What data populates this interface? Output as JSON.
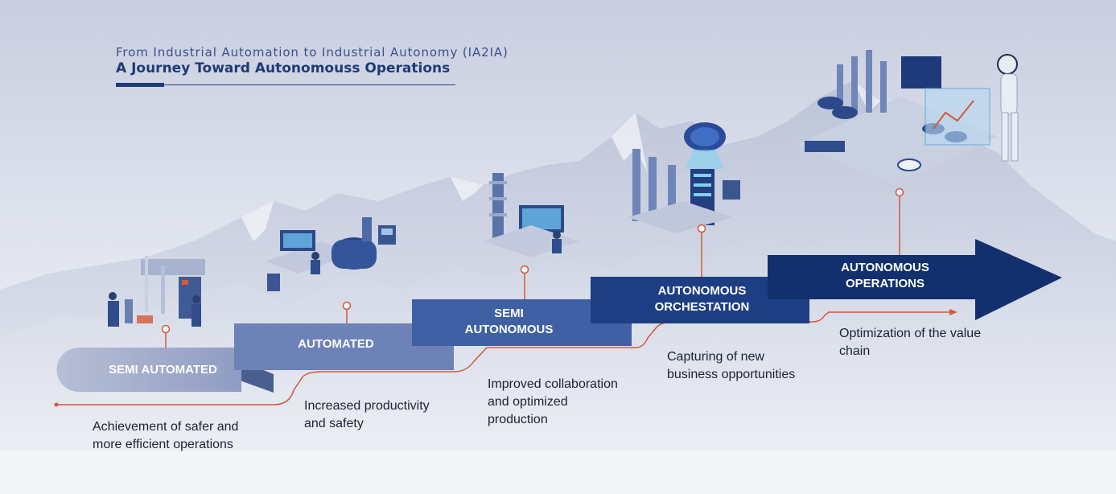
{
  "header": {
    "subtitle": "From Industrial Automation to Industrial Autonomy (IA2IA)",
    "title": "A Journey Toward Autonomouss Operations"
  },
  "stages": [
    {
      "label_lines": [
        "SEMI AUTOMATED"
      ],
      "benefit_lines": [
        "Achievement of safer and",
        "more efficient operations"
      ]
    },
    {
      "label_lines": [
        "AUTOMATED"
      ],
      "benefit_lines": [
        "Increased productivity",
        "and safety"
      ]
    },
    {
      "label_lines": [
        "SEMI",
        "AUTONOMOUS"
      ],
      "benefit_lines": [
        "Improved collaboration",
        "and optimized",
        "production"
      ]
    },
    {
      "label_lines": [
        "AUTONOMOUS",
        "ORCHESTATION"
      ],
      "benefit_lines": [
        "Capturing of new",
        "business opportunities"
      ]
    },
    {
      "label_lines": [
        "AUTONOMOUS",
        "OPERATIONS"
      ],
      "benefit_lines": [
        "Optimization of the value",
        "chain"
      ]
    }
  ],
  "colors": {
    "stage_1": "#a6b0cc",
    "stage_2": "#6d82b6",
    "stage_3": "#3f61a4",
    "stage_4": "#1e3e84",
    "stage_5": "#12306e",
    "connector": "#d2593a",
    "title": "#1f3a7a",
    "text": "#1b2235"
  },
  "icons": [
    "mountain-range-icon",
    "pipeline-worker-icon",
    "control-room-icon",
    "distillation-tower-icon",
    "ai-brain-icon",
    "smart-factory-robot-icon"
  ]
}
